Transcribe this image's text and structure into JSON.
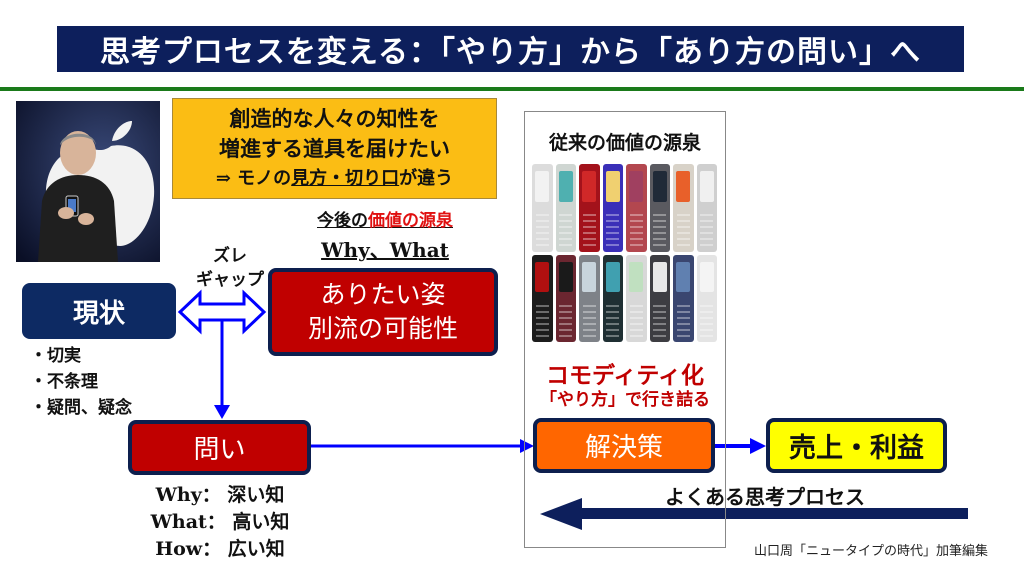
{
  "title": "思考プロセスを変える：「やり方」から「あり方の問い」へ",
  "photo": {
    "alt": "Presenter holding a smartphone in front of an apple logo"
  },
  "vision_box": {
    "line1": "創造的な人々の知性を",
    "line2": "増進する道具を届けたい",
    "line3_prefix": "⇒ モノの",
    "line3_underlined": "見方・切り口",
    "line3_suffix": "が違う"
  },
  "future_value": {
    "prefix": "今後の",
    "highlight": "価値の源泉",
    "sub": "Why、What"
  },
  "gap_label": {
    "line1": "ズレ",
    "line2": "ギャップ"
  },
  "current_state": {
    "label": "現状",
    "bullets": [
      "・切実",
      "・不条理",
      "・疑問、疑念"
    ]
  },
  "ideal_state": {
    "line1": "ありたい姿",
    "line2": "別流の可能性"
  },
  "question": {
    "label": "問い",
    "items": [
      "Why： 深い知",
      "What： 高い知",
      "How： 広い知"
    ]
  },
  "old_value": {
    "title": "従来の価値の源泉",
    "commodity": "コモディティ化",
    "commodity_sub": "「やり方」で行き詰る"
  },
  "solution": {
    "label": "解決策"
  },
  "revenue": {
    "label": "売上・利益"
  },
  "common_process": {
    "label": "よくある思考プロセス"
  },
  "credit": "山口周「ニュータイプの時代」加筆編集",
  "colors": {
    "title_bg": "#0d1f5c",
    "rule": "#1a7a1a",
    "accent_red": "#c00000",
    "navy": "#0d2a63",
    "orange": "#ff6600",
    "yellow": "#ffff00",
    "gold": "#fbbd14",
    "arrow_blue": "#0000ff"
  },
  "phones": [
    {
      "body": "#dcdcdc",
      "screen": "#f2f2f2"
    },
    {
      "body": "#cfd6d2",
      "screen": "#4fb0b0"
    },
    {
      "body": "#a3121b",
      "screen": "#d02828"
    },
    {
      "body": "#3a2fb8",
      "screen": "#f0d070"
    },
    {
      "body": "#b3474f",
      "screen": "#a04060"
    },
    {
      "body": "#5a5a60",
      "screen": "#202a38"
    },
    {
      "body": "#d8d2c8",
      "screen": "#e8602a"
    },
    {
      "body": "#cfcfcf",
      "screen": "#f0f0f0"
    },
    {
      "body": "#1c1c1c",
      "screen": "#b01010"
    },
    {
      "body": "#6b2630",
      "screen": "#1a1a1a"
    },
    {
      "body": "#7e8288",
      "screen": "#c8d4dc"
    },
    {
      "body": "#1f2f33",
      "screen": "#40a0b0"
    },
    {
      "body": "#d8d8d8",
      "screen": "#c0e0c0"
    },
    {
      "body": "#3d3d42",
      "screen": "#e8e8e8"
    },
    {
      "body": "#3a4670",
      "screen": "#6080b0"
    },
    {
      "body": "#e4e4e4",
      "screen": "#f4f4f4"
    }
  ]
}
